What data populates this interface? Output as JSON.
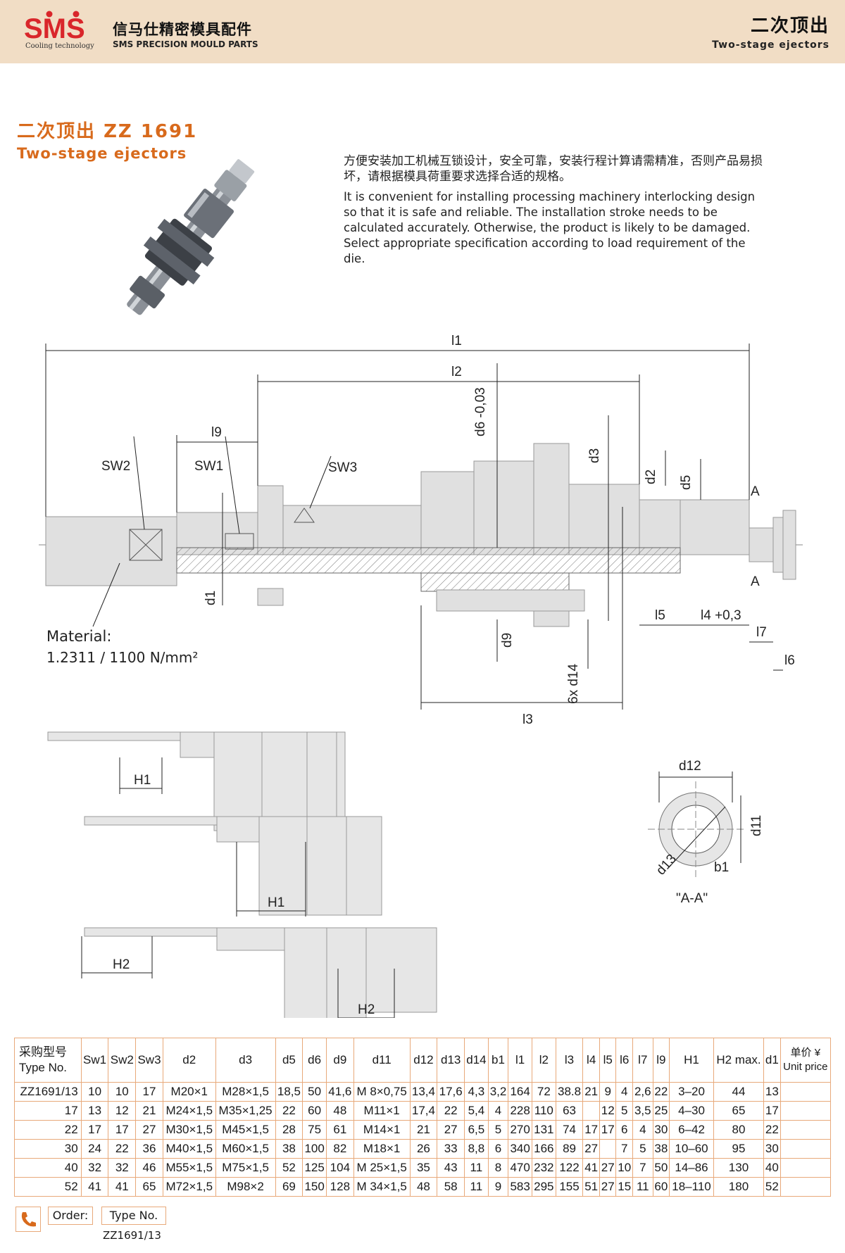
{
  "header": {
    "logo_text": "SMS",
    "logo_sub": "Cooling technology",
    "brand_cn": "信马仕精密模具配件",
    "brand_en": "SMS PRECISION MOULD PARTS",
    "section_cn": "二次顶出",
    "section_en": "Two-stage ejectors"
  },
  "product": {
    "title_cn": "二次顶出",
    "code": "ZZ 1691",
    "title_en": "Two-stage ejectors",
    "desc_cn": "方便安装加工机械互锁设计，安全可靠，安装行程计算请需精准，否则产品易损坏，请根据模具荷重要求选择合适的规格。",
    "desc_en": "It is convenient for installing processing machinery interlocking design so that it is safe and reliable. The installation stroke needs to be calculated accurately. Otherwise, the product is likely to be damaged. Select appropriate specification according to load requirement of the die."
  },
  "material": {
    "label": "Material:",
    "value": "1.2311  / 1100 N/mm²"
  },
  "drawing": {
    "l1": "l1",
    "l2": "l2",
    "l3": "l3",
    "l4": "l4 +0,3",
    "l5": "l5",
    "l6": "l6",
    "l7": "l7",
    "l9": "l9",
    "sw1": "SW1",
    "sw2": "SW2",
    "sw3": "SW3",
    "d1": "d1",
    "d2": "d2",
    "d3": "d3",
    "d5": "d5",
    "d6": "d6 -0,03",
    "d9": "d9",
    "d14": "6x d14",
    "d11": "d11",
    "d12": "d12",
    "d13": "d13",
    "b1": "b1",
    "section_a": "A",
    "section_label": "\"A-A\"",
    "h1": "H1",
    "h2": "H2"
  },
  "table": {
    "type_no_cn": "采购型号",
    "type_no_en": "Type No.",
    "unit_price_cn": "单价 ¥",
    "unit_price_en": "Unit price",
    "columns": [
      "Sw1",
      "Sw2",
      "Sw3",
      "d2",
      "d3",
      "d5",
      "d6",
      "d9",
      "d11",
      "d12",
      "d13",
      "d14",
      "b1",
      "l1",
      "l2",
      "l3",
      "l4",
      "l5",
      "l6",
      "l7",
      "l9",
      "H1",
      "H2 max.",
      "d1"
    ],
    "rows": [
      {
        "type": "ZZ1691/13",
        "sw1": "10",
        "sw2": "10",
        "sw3": "17",
        "d2": "M20×1",
        "d3": "M28×1,5",
        "d5": "18,5",
        "d6": "50",
        "d9": "41,6",
        "d11": "M 8×0,75",
        "d12": "13,4",
        "d13": "17,6",
        "d14": "4,3",
        "b1": "3,2",
        "l1": "164",
        "l2": "72",
        "l3": "38.8",
        "l4": "21",
        "l5": "9",
        "l6": "4",
        "l7": "2,6",
        "l9": "22",
        "h1": "3–20",
        "h2": "44",
        "d1": "13"
      },
      {
        "type": "17",
        "sw1": "13",
        "sw2": "12",
        "sw3": "21",
        "d2": "M24×1,5",
        "d3": "M35×1,25",
        "d5": "22",
        "d6": "60",
        "d9": "48",
        "d11": "M11×1",
        "d12": "17,4",
        "d13": "22",
        "d14": "5,4",
        "b1": "4",
        "l1": "228",
        "l2": "110",
        "l3": "63",
        "l4": "",
        "l5": "12",
        "l6": "5",
        "l7": "3,5",
        "l9": "25",
        "h1": "4–30",
        "h2": "65",
        "d1": "17"
      },
      {
        "type": "22",
        "sw1": "17",
        "sw2": "17",
        "sw3": "27",
        "d2": "M30×1,5",
        "d3": "M45×1,5",
        "d5": "28",
        "d6": "75",
        "d9": "61",
        "d11": "M14×1",
        "d12": "21",
        "d13": "27",
        "d14": "6,5",
        "b1": "5",
        "l1": "270",
        "l2": "131",
        "l3": "74",
        "l4": "17",
        "l5": "17",
        "l6": "6",
        "l7": "4",
        "l9": "30",
        "h1": "6–42",
        "h2": "80",
        "d1": "22"
      },
      {
        "type": "30",
        "sw1": "24",
        "sw2": "22",
        "sw3": "36",
        "d2": "M40×1,5",
        "d3": "M60×1,5",
        "d5": "38",
        "d6": "100",
        "d9": "82",
        "d11": "M18×1",
        "d12": "26",
        "d13": "33",
        "d14": "8,8",
        "b1": "6",
        "l1": "340",
        "l2": "166",
        "l3": "89",
        "l4": "27",
        "l5": "",
        "l6": "7",
        "l7": "5",
        "l9": "38",
        "h1": "10–60",
        "h2": "95",
        "d1": "30"
      },
      {
        "type": "40",
        "sw1": "32",
        "sw2": "32",
        "sw3": "46",
        "d2": "M55×1,5",
        "d3": "M75×1,5",
        "d5": "52",
        "d6": "125",
        "d9": "104",
        "d11": "M 25×1,5",
        "d12": "35",
        "d13": "43",
        "d14": "11",
        "b1": "8",
        "l1": "470",
        "l2": "232",
        "l3": "122",
        "l4": "41",
        "l5": "27",
        "l6": "10",
        "l7": "7",
        "l9": "50",
        "h1": "14–86",
        "h2": "130",
        "d1": "40"
      },
      {
        "type": "52",
        "sw1": "41",
        "sw2": "41",
        "sw3": "65",
        "d2": "M72×1,5",
        "d3": "M98×2",
        "d5": "69",
        "d6": "150",
        "d9": "128",
        "d11": "M 34×1,5",
        "d12": "48",
        "d13": "58",
        "d14": "11",
        "b1": "9",
        "l1": "583",
        "l2": "295",
        "l3": "155",
        "l4": "51",
        "l5": "27",
        "l6": "15",
        "l7": "11",
        "l9": "60",
        "h1": "18–110",
        "h2": "180",
        "d1": "52"
      }
    ]
  },
  "order": {
    "label": "Order:",
    "type_label": "Type No.",
    "value": "ZZ1691/13"
  }
}
